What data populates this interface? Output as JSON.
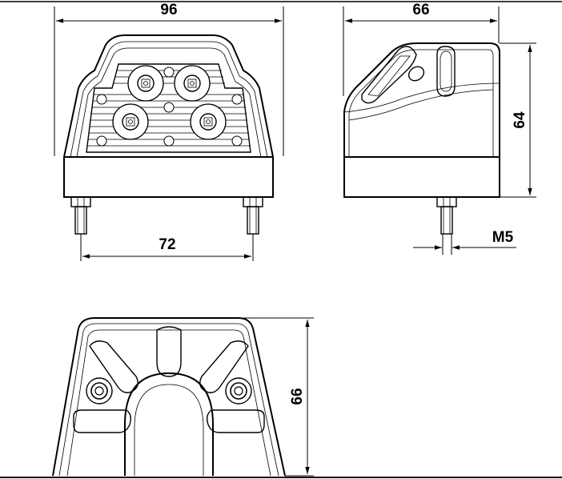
{
  "drawing": {
    "colors": {
      "line": "#000000",
      "background": "#ffffff"
    },
    "dimensions": {
      "front_width": "96",
      "side_width": "66",
      "side_height": "64",
      "bolt_spacing": "72",
      "thread": "M5",
      "bottom_height": "66"
    }
  }
}
